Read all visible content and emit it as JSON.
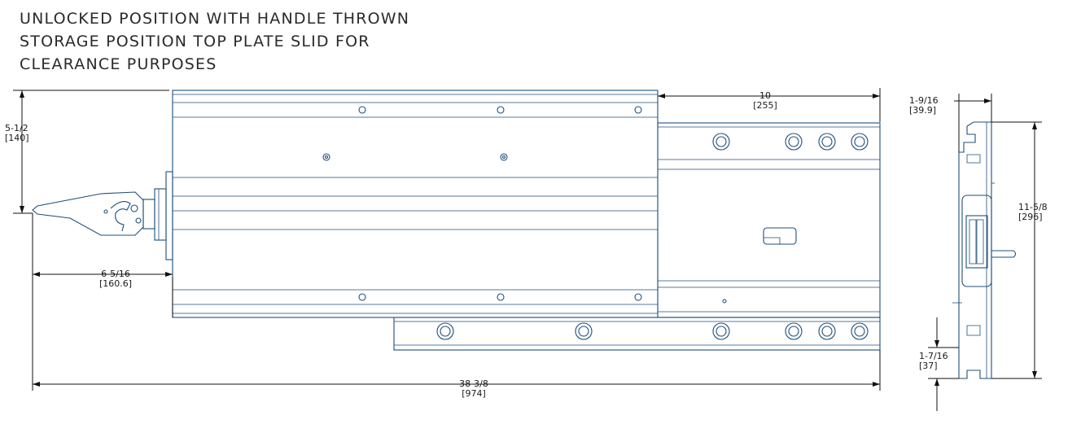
{
  "title": {
    "line1": "UNLOCKED POSITION WITH HANDLE THROWN",
    "line2": "STORAGE POSITION TOP PLATE SLID FOR",
    "line3": "CLEARANCE PURPOSES"
  },
  "dimensions": {
    "height_5_1_2": {
      "imperial": "5-1/2",
      "metric": "[140]"
    },
    "extension_10": {
      "imperial": "10",
      "metric": "[255]"
    },
    "handle_6_5_16": {
      "imperial": "6-5/16",
      "metric": "[160.6]"
    },
    "overall_38_3_8": {
      "imperial": "38-3/8",
      "metric": "[974]"
    },
    "side_1_9_16": {
      "imperial": "1-9/16",
      "metric": "[39.9]"
    },
    "side_11_5_8": {
      "imperial": "11-5/8",
      "metric": "[296]"
    },
    "side_1_7_16": {
      "imperial": "1-7/16",
      "metric": "[37]"
    }
  },
  "colors": {
    "part_line": "#1f4f7a",
    "dimension_line": "#111111"
  }
}
